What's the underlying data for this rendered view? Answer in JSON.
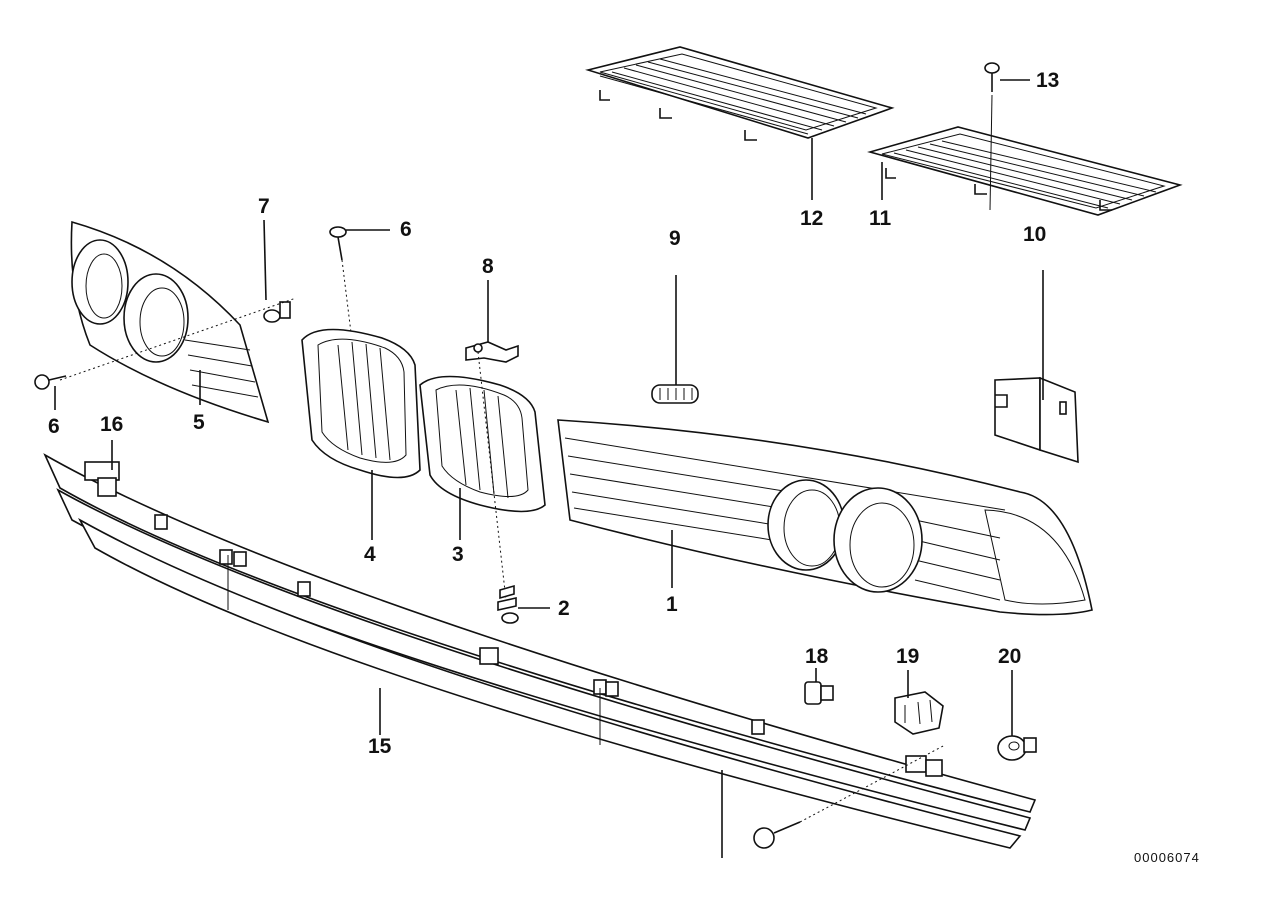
{
  "callouts": [
    {
      "id": "1",
      "text": "1"
    },
    {
      "id": "2",
      "text": "2"
    },
    {
      "id": "3",
      "text": "3"
    },
    {
      "id": "4",
      "text": "4"
    },
    {
      "id": "5",
      "text": "5"
    },
    {
      "id": "6a",
      "text": "6"
    },
    {
      "id": "6b",
      "text": "6"
    },
    {
      "id": "7",
      "text": "7"
    },
    {
      "id": "8",
      "text": "8"
    },
    {
      "id": "9",
      "text": "9"
    },
    {
      "id": "10",
      "text": "10"
    },
    {
      "id": "11",
      "text": "11"
    },
    {
      "id": "12",
      "text": "12"
    },
    {
      "id": "13",
      "text": "13"
    },
    {
      "id": "15",
      "text": "15"
    },
    {
      "id": "16",
      "text": "16"
    },
    {
      "id": "18",
      "text": "18"
    },
    {
      "id": "19",
      "text": "19"
    },
    {
      "id": "20",
      "text": "20"
    }
  ],
  "reference_number": "00006074"
}
